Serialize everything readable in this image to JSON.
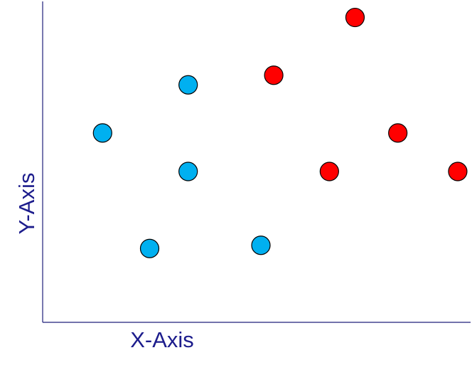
{
  "chart_data": {
    "type": "scatter",
    "title": "",
    "xlabel": "X-Axis",
    "ylabel": "Y-Axis",
    "xlim": [
      0,
      10
    ],
    "ylim": [
      0,
      10
    ],
    "grid": false,
    "legend": "none",
    "series": [
      {
        "color": "#00b0f0",
        "points": [
          {
            "x": 1.4,
            "y": 5.9
          },
          {
            "x": 3.4,
            "y": 7.4
          },
          {
            "x": 3.4,
            "y": 4.7
          },
          {
            "x": 2.5,
            "y": 2.3
          },
          {
            "x": 5.1,
            "y": 2.4
          }
        ]
      },
      {
        "color": "#ff0000",
        "points": [
          {
            "x": 7.3,
            "y": 9.5
          },
          {
            "x": 5.4,
            "y": 7.7
          },
          {
            "x": 8.3,
            "y": 5.9
          },
          {
            "x": 6.7,
            "y": 4.7
          },
          {
            "x": 9.7,
            "y": 4.7
          }
        ]
      }
    ]
  }
}
